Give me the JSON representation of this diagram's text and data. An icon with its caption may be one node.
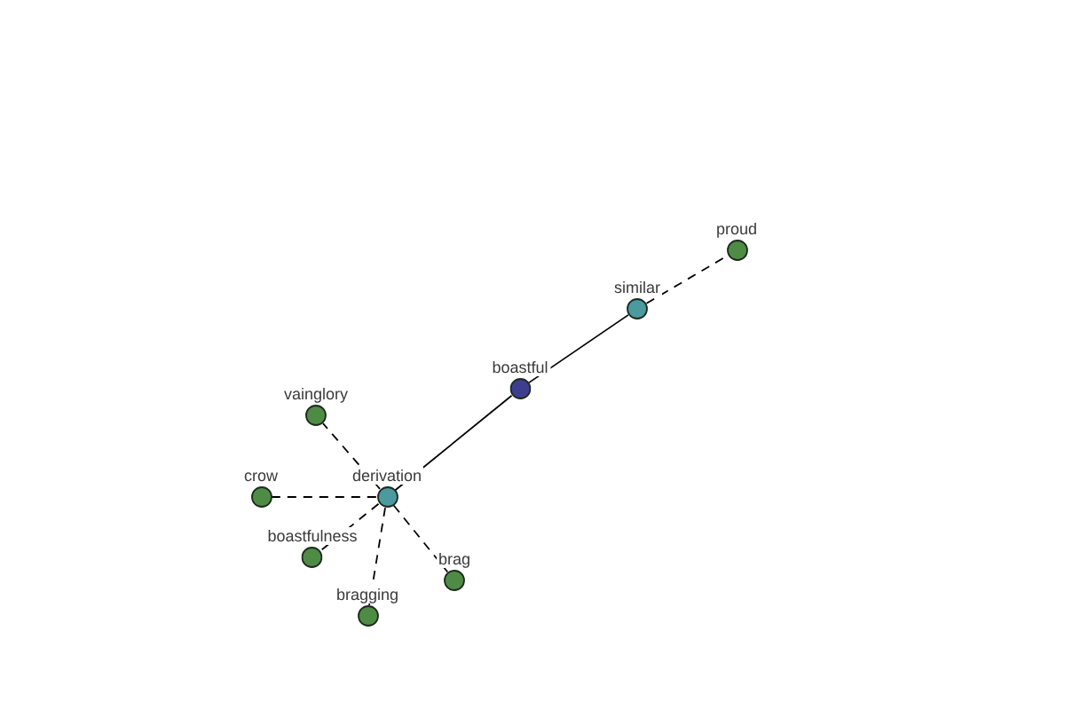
{
  "diagram": {
    "nodes": [
      {
        "text": [
          "proud"
        ]
      },
      {
        "text": [
          "similar"
        ]
      },
      {
        "text": [
          "boastful"
        ]
      },
      {
        "text": [
          "vainglory"
        ]
      },
      {
        "text": [
          "crow"
        ]
      },
      {
        "text": [
          "derivation"
        ]
      },
      {
        "text": [
          "boastfulness"
        ]
      },
      {
        "text": [
          "brag"
        ]
      },
      {
        "text": [
          "bragging"
        ]
      }
    ],
    "edges": [
      {
        "from": 2,
        "to": 1,
        "arrow": "none"
      },
      {
        "from": 1,
        "to": 0,
        "arrow": "none",
        "style": "dashed"
      },
      {
        "from": 2,
        "to": 5,
        "arrow": "none"
      },
      {
        "from": 5,
        "to": 3,
        "arrow": "none",
        "style": "dashed"
      },
      {
        "from": 5,
        "to": 4,
        "arrow": "none",
        "style": "dashed"
      },
      {
        "from": 5,
        "to": 6,
        "arrow": "none",
        "style": "dashed"
      },
      {
        "from": 5,
        "to": 8,
        "arrow": "none",
        "style": "dashed"
      },
      {
        "from": 5,
        "to": 7,
        "arrow": "none",
        "style": "dashed"
      }
    ]
  }
}
